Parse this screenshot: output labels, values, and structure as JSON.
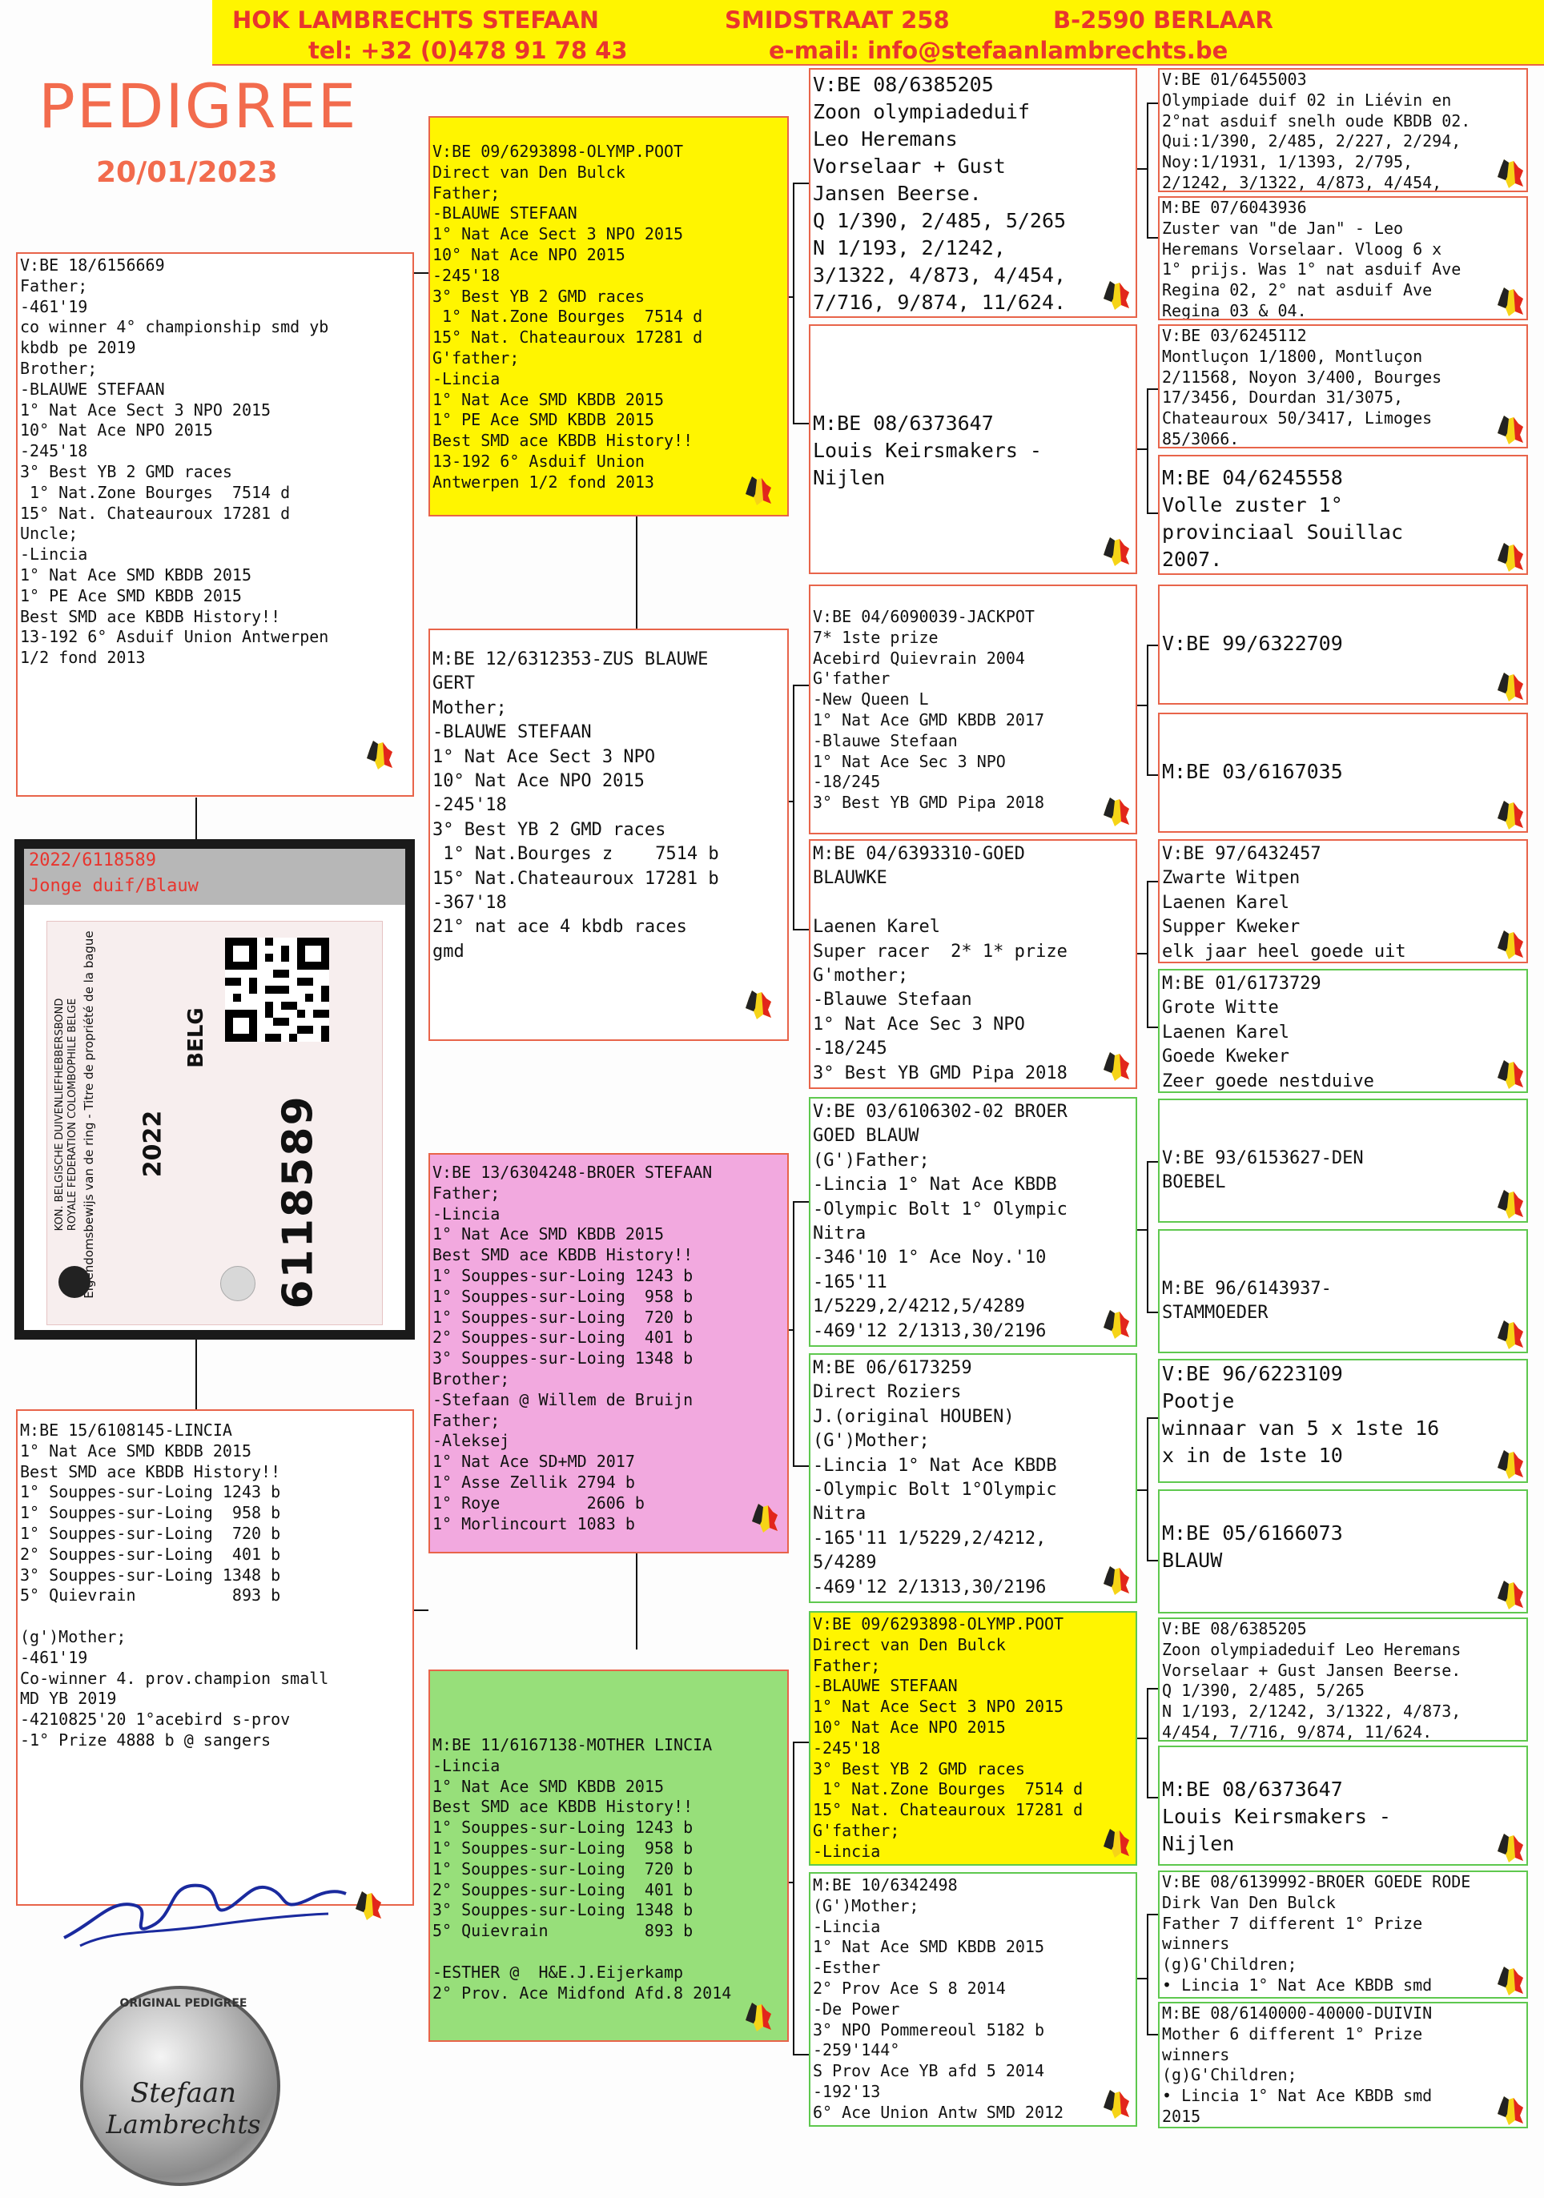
{
  "header": {
    "loft": "HOK LAMBRECHTS STEFAAN",
    "street": "SMIDSTRAAT 258",
    "city": "B-2590 BERLAAR",
    "tel": "tel: +32 (0)478 91 78 43",
    "email": "e-mail: info@stefaanlambrechts.be"
  },
  "title": "PEDIGREE",
  "date": "20/01/2023",
  "ring_card": {
    "number": "2022/6118589",
    "label": "Jonge duif/Blauw",
    "ring_number": "6118589",
    "year": "2022",
    "country": "BELG",
    "federation_nl": "KON. BELGISCHE DUIVENLIEFHEBBERSBOND",
    "federation_fr": "ROYALE FEDERATION COLOMBOPHILE BELGE",
    "ownership_text": "Eigendomsbewijs van de ring - Titre de propriété de la bague"
  },
  "seal": {
    "line1": "Stefaan",
    "line2": "Lambrechts",
    "ring_text": "ORIGINAL PEDIGREE"
  },
  "boxes": {
    "subject_top": "V:BE 18/6156669\nFather;\n-461'19\nco winner 4° championship smd yb\nkbdb pe 2019\nBrother;\n-BLAUWE STEFAAN\n1° Nat Ace Sect 3 NPO 2015\n10° Nat Ace NPO 2015\n-245'18\n3° Best YB 2 GMD races\n 1° Nat.Zone Bourges  7514 d\n15° Nat. Chateauroux 17281 d\nUncle;\n-Lincia\n1° Nat Ace SMD KBDB 2015\n1° PE Ace SMD KBDB 2015\nBest SMD ace KBDB History!!\n13-192 6° Asduif Union Antwerpen\n1/2 fond 2013",
    "subject_bottom": "M:BE 15/6108145-LINCIA\n1° Nat Ace SMD KBDB 2015\nBest SMD ace KBDB History!!\n1° Souppes-sur-Loing 1243 b\n1° Souppes-sur-Loing  958 b\n1° Souppes-sur-Loing  720 b\n2° Souppes-sur-Loing  401 b\n3° Souppes-sur-Loing 1348 b\n5° Quievrain          893 b\n\n(g')Mother;\n-461'19\nCo-winner 4. prov.champion small\nMD YB 2019\n-4210825'20 1°acebird s-prov\n-1° Prize 4888 b @ sangers",
    "g1_father": "V:BE 09/6293898-OLYMP.POOT\nDirect van Den Bulck\nFather;\n-BLAUWE STEFAAN\n1° Nat Ace Sect 3 NPO 2015\n10° Nat Ace NPO 2015\n-245'18\n3° Best YB 2 GMD races\n 1° Nat.Zone Bourges  7514 d\n15° Nat. Chateauroux 17281 d\nG'father;\n-Lincia\n1° Nat Ace SMD KBDB 2015\n1° PE Ace SMD KBDB 2015\nBest SMD ace KBDB History!!\n13-192 6° Asduif Union\nAntwerpen 1/2 fond 2013",
    "g1_mother": "M:BE 12/6312353-ZUS BLAUWE\nGERT\nMother;\n-BLAUWE STEFAAN\n1° Nat Ace Sect 3 NPO\n10° Nat Ace NPO 2015\n-245'18\n3° Best YB 2 GMD races\n 1° Nat.Bourges z    7514 b\n15° Nat.Chateauroux 17281 b\n-367'18\n21° nat ace 4 kbdb races\ngmd",
    "g1_father2": "V:BE 13/6304248-BROER STEFAAN\nFather;\n-Lincia\n1° Nat Ace SMD KBDB 2015\nBest SMD ace KBDB History!!\n1° Souppes-sur-Loing 1243 b\n1° Souppes-sur-Loing  958 b\n1° Souppes-sur-Loing  720 b\n2° Souppes-sur-Loing  401 b\n3° Souppes-sur-Loing 1348 b\nBrother;\n-Stefaan @ Willem de Bruijn\nFather;\n-Aleksej\n1° Nat Ace SD+MD 2017\n1° Asse Zellik 2794 b\n1° Roye         2606 b\n1° Morlincourt 1083 b",
    "g1_mother2": "M:BE 11/6167138-MOTHER LINCIA\n-Lincia\n1° Nat Ace SMD KBDB 2015\nBest SMD ace KBDB History!!\n1° Souppes-sur-Loing 1243 b\n1° Souppes-sur-Loing  958 b\n1° Souppes-sur-Loing  720 b\n2° Souppes-sur-Loing  401 b\n3° Souppes-sur-Loing 1348 b\n5° Quievrain          893 b\n\n-ESTHER @  H&E.J.Eijerkamp\n2° Prov. Ace Midfond Afd.8 2014",
    "g2_1": "V:BE 08/6385205\nZoon olympiadeduif\nLeo Heremans\nVorselaar + Gust\nJansen Beerse.\nQ 1/390, 2/485, 5/265\nN 1/193, 2/1242,\n3/1322, 4/873, 4/454,\n7/716, 9/874, 11/624.",
    "g2_2": "M:BE 08/6373647\nLouis Keirsmakers -\nNijlen",
    "g2_3": "V:BE 04/6090039-JACKPOT\n7* 1ste prize\nAcebird Quievrain 2004\nG'father\n-New Queen L\n1° Nat Ace GMD KBDB 2017\n-Blauwe Stefaan\n1° Nat Ace Sec 3 NPO\n-18/245\n3° Best YB GMD Pipa 2018",
    "g2_4": "M:BE 04/6393310-GOED\nBLAUWKE\n\nLaenen Karel\nSuper racer  2* 1* prize\nG'mother;\n-Blauwe Stefaan\n1° Nat Ace Sec 3 NPO\n-18/245\n3° Best YB GMD Pipa 2018",
    "g2_5": "V:BE 03/6106302-02 BROER\nGOED BLAUW\n(G')Father;\n-Lincia 1° Nat Ace KBDB\n-Olympic Bolt 1° Olympic\nNitra\n-346'10 1° Ace Noy.'10\n-165'11\n1/5229,2/4212,5/4289\n-469'12 2/1313,30/2196",
    "g2_6": "M:BE 06/6173259\nDirect Roziers\nJ.(original HOUBEN)\n(G')Mother;\n-Lincia 1° Nat Ace KBDB\n-Olympic Bolt 1°Olympic\nNitra\n-165'11 1/5229,2/4212,\n5/4289\n-469'12 2/1313,30/2196",
    "g2_7": "V:BE 09/6293898-OLYMP.POOT\nDirect van Den Bulck\nFather;\n-BLAUWE STEFAAN\n1° Nat Ace Sect 3 NPO 2015\n10° Nat Ace NPO 2015\n-245'18\n3° Best YB 2 GMD races\n 1° Nat.Zone Bourges  7514 d\n15° Nat. Chateauroux 17281 d\nG'father;\n-Lincia",
    "g2_8": "M:BE 10/6342498\n(G')Mother;\n-Lincia\n1° Nat Ace SMD KBDB 2015\n-Esther\n2° Prov Ace S 8 2014\n-De Power\n3° NPO Pommereoul 5182 b\n-259'144°\nS Prov Ace YB afd 5 2014\n-192'13\n6° Ace Union Antw SMD 2012",
    "g3_1": "V:BE 01/6455003\nOlympiade duif 02 in Liévin en\n2°nat asduif snelh oude KBDB 02.\nQui:1/390, 2/485, 2/227, 2/294,\nNoy:1/1931, 1/1393, 2/795,\n2/1242, 3/1322, 4/873, 4/454,",
    "g3_2": "M:BE 07/6043936\nZuster van \"de Jan\" - Leo\nHeremans Vorselaar. Vloog 6 x\n1° prijs. Was 1° nat asduif Ave\nRegina 02, 2° nat asduif Ave\nRegina 03 & 04.",
    "g3_3": "V:BE 03/6245112\nMontluçon 1/1800, Montluçon\n2/11568, Noyon 3/400, Bourges\n17/3456, Dourdan 31/3075,\nChateauroux 50/3417, Limoges\n85/3066.",
    "g3_4": "M:BE 04/6245558\nVolle zuster 1°\nprovinciaal Souillac\n2007.",
    "g3_5": "V:BE 99/6322709",
    "g3_6": "M:BE 03/6167035",
    "g3_7": "V:BE 97/6432457\nZwarte Witpen\nLaenen Karel\nSupper Kweker\nelk jaar heel goede uit",
    "g3_8": "M:BE 01/6173729\nGrote Witte\nLaenen Karel\nGoede Kweker\nZeer goede nestduive",
    "g3_9": "V:BE 93/6153627-DEN\nBOEBEL",
    "g3_10": "M:BE 96/6143937-\nSTAMMOEDER",
    "g3_11": "V:BE 96/6223109\nPootje\nwinnaar van 5 x 1ste 16\nx in de 1ste 10",
    "g3_12": "M:BE 05/6166073\nBLAUW",
    "g3_13": "V:BE 08/6385205\nZoon olympiadeduif Leo Heremans\nVorselaar + Gust Jansen Beerse.\nQ 1/390, 2/485, 5/265\nN 1/193, 2/1242, 3/1322, 4/873,\n4/454, 7/716, 9/874, 11/624.",
    "g3_14": "M:BE 08/6373647\nLouis Keirsmakers -\nNijlen",
    "g3_15": "V:BE 08/6139992-BROER GOEDE RODE\nDirk Van Den Bulck\nFather 7 different 1° Prize\nwinners\n(g)G'Children;\n• Lincia 1° Nat Ace KBDB smd",
    "g3_16": "M:BE 08/6140000-40000-DUIVIN\nMother 6 different 1° Prize\nwinners\n(g)G'Children;\n• Lincia 1° Nat Ace KBDB smd\n2015"
  },
  "colors": {
    "header_bg": "#fff500",
    "header_text": "#e8352e",
    "title": "#f26b4d",
    "red_border": "#e8644a",
    "green_border": "#5ec84e",
    "yellow": "#fff500",
    "pink": "#f2a9df",
    "green_fill": "#97df7a"
  }
}
